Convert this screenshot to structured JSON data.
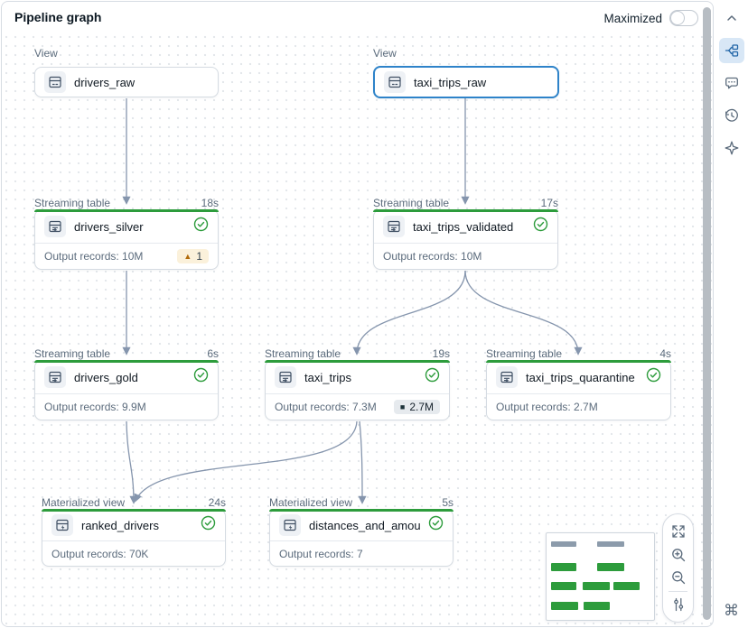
{
  "header": {
    "title": "Pipeline graph",
    "maximized_label": "Maximized",
    "maximized_on": false
  },
  "nodes": [
    {
      "kind": "View",
      "name": "drivers_raw"
    },
    {
      "kind": "View",
      "name": "taxi_trips_raw",
      "selected": true
    },
    {
      "kind": "Streaming table",
      "duration": "18s",
      "name": "drivers_silver",
      "status": "success",
      "records_label": "Output records: 10M",
      "warning_count": "1"
    },
    {
      "kind": "Streaming table",
      "duration": "17s",
      "name": "taxi_trips_validated",
      "status": "success",
      "records_label": "Output records: 10M"
    },
    {
      "kind": "Streaming table",
      "duration": "6s",
      "name": "drivers_gold",
      "status": "success",
      "records_label": "Output records: 9.9M"
    },
    {
      "kind": "Streaming table",
      "duration": "19s",
      "name": "taxi_trips",
      "status": "success",
      "records_label": "Output records: 7.3M",
      "metric_badge": "2.7M"
    },
    {
      "kind": "Streaming table",
      "duration": "4s",
      "name": "taxi_trips_quarantine",
      "status": "success",
      "records_label": "Output records: 2.7M"
    },
    {
      "kind": "Materialized view",
      "duration": "24s",
      "name": "ranked_drivers",
      "status": "success",
      "records_label": "Output records: 70K"
    },
    {
      "kind": "Materialized view",
      "duration": "5s",
      "name": "distances_and_amounts_b...",
      "status": "success",
      "records_label": "Output records: 7"
    }
  ],
  "edges": [
    {
      "from": "drivers_raw",
      "to": "drivers_silver"
    },
    {
      "from": "taxi_trips_raw",
      "to": "taxi_trips_validated"
    },
    {
      "from": "drivers_silver",
      "to": "drivers_gold"
    },
    {
      "from": "taxi_trips_validated",
      "to": "taxi_trips"
    },
    {
      "from": "taxi_trips_validated",
      "to": "taxi_trips_quarantine"
    },
    {
      "from": "drivers_gold",
      "to": "ranked_drivers"
    },
    {
      "from": "taxi_trips",
      "to": "ranked_drivers"
    },
    {
      "from": "taxi_trips",
      "to": "distances_and_amounts_b..."
    }
  ],
  "glyphs": {
    "warning": "▲",
    "metric_square": "■",
    "command": "⌘"
  },
  "sidebar": {
    "icons": [
      "chevron-up",
      "pipeline-graph",
      "comments",
      "version-history",
      "assistant",
      "command-shortcut"
    ],
    "selected": "pipeline-graph"
  },
  "zoom_controls": [
    "fit-to-screen",
    "zoom-in",
    "zoom-out",
    "display-settings"
  ],
  "colors": {
    "accent_green": "#2d9c3c",
    "selected_blue": "#2e83c9",
    "edge": "#8595ad",
    "warning_bg": "#fbf1db",
    "warning_icon": "#b16b0a",
    "metric_badge_bg": "#e6eaee",
    "minimap_gray": "#8c9bab",
    "text_dark": "#0f1821",
    "text_muted": "#5b6b7c"
  }
}
